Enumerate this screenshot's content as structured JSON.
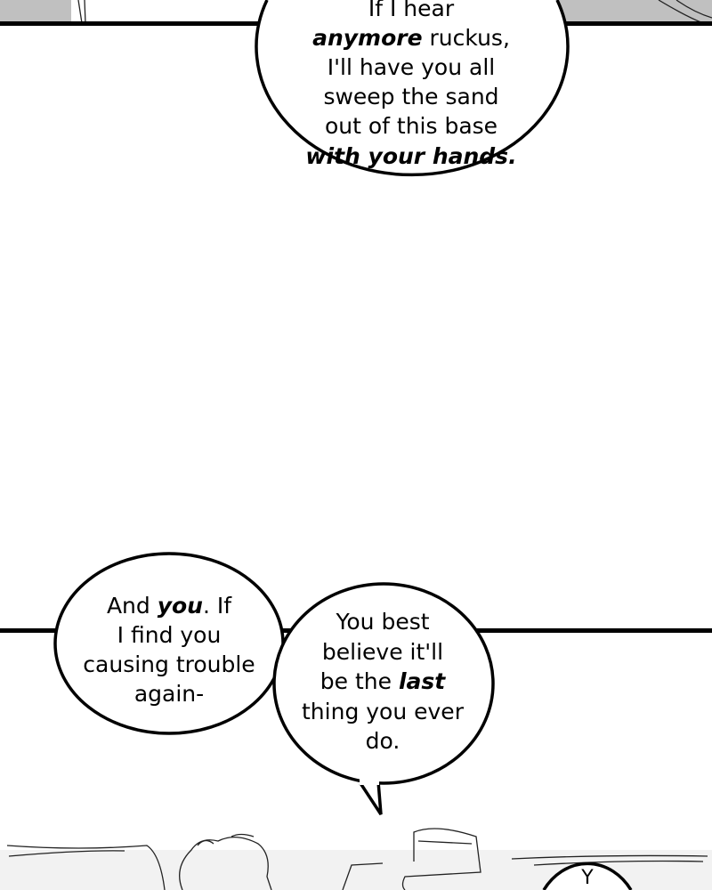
{
  "page": {
    "background": "#ffffff",
    "panel_gray": "#c0c0c0",
    "ink": "#000000"
  },
  "bubble_top": {
    "lines": [
      {
        "parts": [
          "If I hear"
        ]
      },
      {
        "bold": "anymore",
        "rest": " ruckus,"
      },
      {
        "parts": [
          "I'll have you all"
        ]
      },
      {
        "parts": [
          "sweep the sand"
        ]
      },
      {
        "parts": [
          "out of this base"
        ]
      },
      {
        "bold": "with your hands."
      }
    ]
  },
  "bubble_left": {
    "line1_a": "And ",
    "line1_bold": "you",
    "line1_b": ". If",
    "line2": "I find you",
    "line3": "causing trouble",
    "line4": "again-"
  },
  "bubble_right": {
    "line1": "You best",
    "line2": "believe it'll",
    "line3_a": "be the ",
    "line3_bold": "last",
    "line4": "thing you ever",
    "line5": "do."
  },
  "bubble_partial": {
    "text": "Y"
  }
}
